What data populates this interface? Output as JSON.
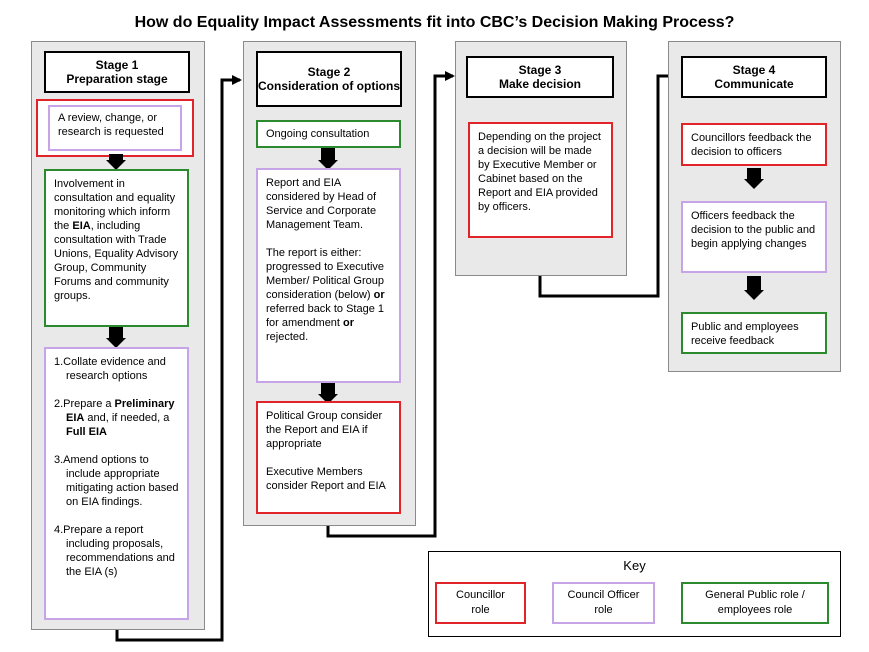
{
  "title": "How do Equality Impact Assessments fit into CBC’s Decision Making Process?",
  "stage1": {
    "head_line1": "Stage 1",
    "head_line2": "Preparation stage",
    "box_review": "A review, change, or research is requested",
    "box_involvement_pre": "Involvement in consultation and equality monitoring which inform the ",
    "box_involvement_bold": "EIA",
    "box_involvement_post": ", including consultation with Trade Unions, Equality Advisory Group, Community Forums and community groups.",
    "item1": "1.Collate evidence and research options",
    "item2_pre": "2.Prepare a ",
    "item2_bold1": "Preliminary EIA",
    "item2_mid": " and, if needed, a ",
    "item2_bold2": "Full EIA",
    "item3": "3.Amend options to include appropriate mitigating action based on EIA findings.",
    "item4": "4.Prepare a report including proposals, recommendations and the EIA (s)"
  },
  "stage2": {
    "head_line1": "Stage 2",
    "head_line2": "Consideration of options",
    "box_ongoing": "Ongoing consultation",
    "box_report_p1": "Report and EIA considered by Head of Service and Corporate Management Team.",
    "box_report_p2_a": "The report is either: progressed to Executive Member/ Political Group consideration (below) ",
    "box_report_or1": "or",
    "box_report_p2_b": " referred back to Stage 1 for amendment ",
    "box_report_or2": "or",
    "box_report_p2_c": " rejected.",
    "box_political_p1": "Political Group consider the Report and EIA if appropriate",
    "box_political_p2": "Executive Members consider Report and EIA"
  },
  "stage3": {
    "head_line1": "Stage 3",
    "head_line2": "Make decision",
    "box_decision": "Depending on the project a decision will be made by Executive Member or Cabinet based on the Report and EIA provided by officers."
  },
  "stage4": {
    "head_line1": "Stage 4",
    "head_line2": "Communicate",
    "box_councillors": "Councillors feedback the decision to officers",
    "box_officers": "Officers feedback the decision to the public and begin applying changes",
    "box_public": "Public and employees receive feedback"
  },
  "key": {
    "title": "Key",
    "councillor_line1": "Councillor",
    "councillor_line2": "role",
    "officer_line1": "Council Officer",
    "officer_line2": "role",
    "public_line1": "General Public role /",
    "public_line2": "employees role"
  },
  "colors": {
    "councillor": "#e0242a",
    "council_officer": "#c7a4e8",
    "public": "#2c8a2e"
  }
}
